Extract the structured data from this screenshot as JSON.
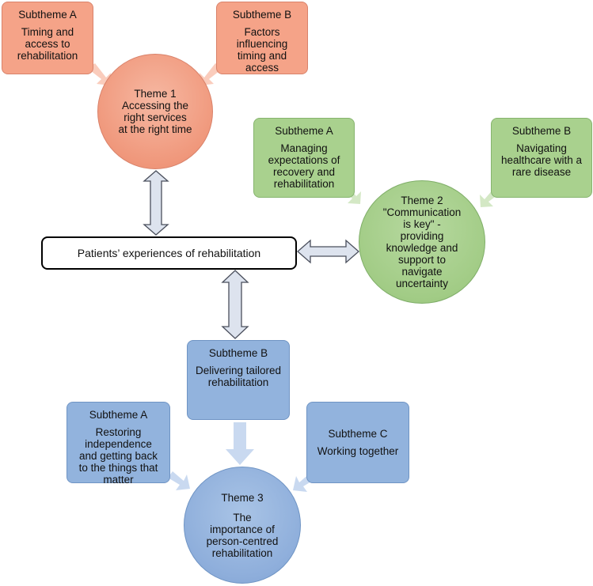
{
  "core": "Patients’ experiences of rehabilitation",
  "theme1": {
    "title": "Theme 1",
    "text": "Accessing the\nright services\nat the right time",
    "subA": {
      "head": "Subtheme A",
      "body": "Timing and\naccess to\nrehabilitation"
    },
    "subB": {
      "head": "Subtheme B",
      "body": "Factors\ninfluencing\ntiming and\naccess"
    }
  },
  "theme2": {
    "title": "Theme 2",
    "text": "\"Communication\nis key\" -\nproviding\nknowledge and\nsupport to\nnavigate\nuncertainty",
    "subA": {
      "head": "Subtheme A",
      "body": "Managing\nexpectations of\nrecovery and\nrehabilitation"
    },
    "subB": {
      "head": "Subtheme B",
      "body": "Navigating\nhealthcare with a\nrare disease"
    }
  },
  "theme3": {
    "title": "Theme 3",
    "text": "The\nimportance of\nperson-centred\nrehabilitation",
    "subA": {
      "head": "Subtheme A",
      "body": "Restoring\nindependence\nand getting back\nto the things that\nmatter"
    },
    "subB": {
      "head": "Subtheme B",
      "body": "Delivering tailored\nrehabilitation"
    },
    "subC": {
      "head": "Subtheme C",
      "body": "Working together"
    }
  },
  "colors": {
    "orange": "#f5a388",
    "green": "#a9d18e",
    "blue": "#92b3dd",
    "double_arrow": "#dde3ee"
  }
}
